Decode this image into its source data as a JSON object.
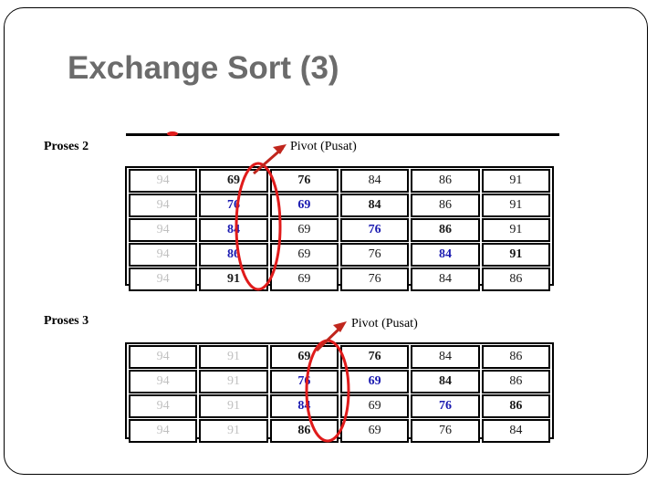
{
  "slide": {
    "title": "Exchange Sort (3)",
    "title_color": "#6b6b6b",
    "frame_color": "#000000",
    "background": "#ffffff"
  },
  "annotation_colors": {
    "highlight_red": "#e01b1b",
    "changed_blue": "#1a1ab0",
    "settled_gray": "#c0c0c0"
  },
  "sections": [
    {
      "id": "proses-2",
      "label": "Proses 2",
      "pivot_label": "Pivot (Pusat)",
      "pivot_column_index": 1,
      "columns": 6,
      "rows": [
        {
          "cells": [
            {
              "value": "94",
              "style": "faded"
            },
            {
              "value": "69",
              "style": "bold"
            },
            {
              "value": "76",
              "style": "bold"
            },
            {
              "value": "84",
              "style": "normal"
            },
            {
              "value": "86",
              "style": "normal"
            },
            {
              "value": "91",
              "style": "normal"
            }
          ]
        },
        {
          "cells": [
            {
              "value": "94",
              "style": "faded"
            },
            {
              "value": "76",
              "style": "blue"
            },
            {
              "value": "69",
              "style": "blue"
            },
            {
              "value": "84",
              "style": "bold"
            },
            {
              "value": "86",
              "style": "normal"
            },
            {
              "value": "91",
              "style": "normal"
            }
          ]
        },
        {
          "cells": [
            {
              "value": "94",
              "style": "faded"
            },
            {
              "value": "84",
              "style": "blue"
            },
            {
              "value": "69",
              "style": "normal"
            },
            {
              "value": "76",
              "style": "blue"
            },
            {
              "value": "86",
              "style": "bold"
            },
            {
              "value": "91",
              "style": "normal"
            }
          ]
        },
        {
          "cells": [
            {
              "value": "94",
              "style": "faded"
            },
            {
              "value": "86",
              "style": "blue"
            },
            {
              "value": "69",
              "style": "normal"
            },
            {
              "value": "76",
              "style": "normal"
            },
            {
              "value": "84",
              "style": "blue"
            },
            {
              "value": "91",
              "style": "bold"
            }
          ]
        },
        {
          "cells": [
            {
              "value": "94",
              "style": "faded"
            },
            {
              "value": "91",
              "style": "bold"
            },
            {
              "value": "69",
              "style": "normal"
            },
            {
              "value": "76",
              "style": "normal"
            },
            {
              "value": "84",
              "style": "normal"
            },
            {
              "value": "86",
              "style": "normal"
            }
          ]
        }
      ]
    },
    {
      "id": "proses-3",
      "label": "Proses 3",
      "pivot_label": "Pivot (Pusat)",
      "pivot_column_index": 2,
      "columns": 6,
      "rows": [
        {
          "cells": [
            {
              "value": "94",
              "style": "faded"
            },
            {
              "value": "91",
              "style": "faded"
            },
            {
              "value": "69",
              "style": "bold"
            },
            {
              "value": "76",
              "style": "bold"
            },
            {
              "value": "84",
              "style": "normal"
            },
            {
              "value": "86",
              "style": "normal"
            }
          ]
        },
        {
          "cells": [
            {
              "value": "94",
              "style": "faded"
            },
            {
              "value": "91",
              "style": "faded"
            },
            {
              "value": "76",
              "style": "blue"
            },
            {
              "value": "69",
              "style": "blue"
            },
            {
              "value": "84",
              "style": "bold"
            },
            {
              "value": "86",
              "style": "normal"
            }
          ]
        },
        {
          "cells": [
            {
              "value": "94",
              "style": "faded"
            },
            {
              "value": "91",
              "style": "faded"
            },
            {
              "value": "84",
              "style": "blue"
            },
            {
              "value": "69",
              "style": "normal"
            },
            {
              "value": "76",
              "style": "blue"
            },
            {
              "value": "86",
              "style": "bold"
            }
          ]
        },
        {
          "cells": [
            {
              "value": "94",
              "style": "faded"
            },
            {
              "value": "91",
              "style": "faded"
            },
            {
              "value": "86",
              "style": "bold"
            },
            {
              "value": "69",
              "style": "normal"
            },
            {
              "value": "76",
              "style": "normal"
            },
            {
              "value": "84",
              "style": "normal"
            }
          ]
        }
      ]
    }
  ]
}
